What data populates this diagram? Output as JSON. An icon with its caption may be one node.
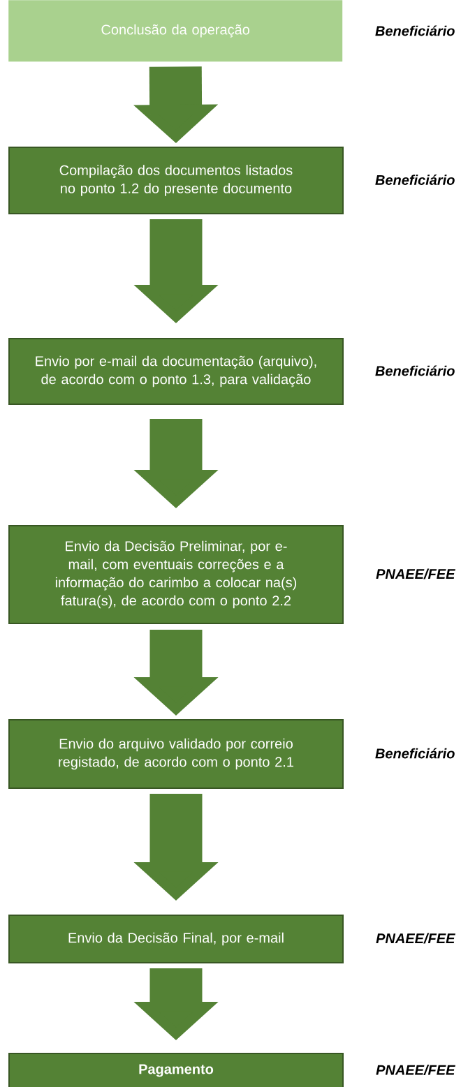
{
  "diagram": {
    "nodes": [
      {
        "text": [
          "Conclusão da operação"
        ],
        "beside": [
          "Beneficiário"
        ]
      },
      {
        "text": [
          "Compilação dos documentos listados no ponto 1.2 do presente documento"
        ],
        "beside": [
          "Beneficiário"
        ]
      },
      {
        "text": [
          "Envio por e-mail da documentação (arquivo), de acordo com o ponto 1.3, para validação"
        ],
        "beside": [
          "Beneficiário"
        ]
      },
      {
        "text": [
          "Envio da Decisão Preliminar, por e-mail, com eventuais correções e a informação do carimbo a colocar na(s) fatura(s), de acordo com o ponto 2.2"
        ],
        "beside": [
          "PNAEE/FEE"
        ]
      },
      {
        "text": [
          "Envio do arquivo validado por correio registado, de acordo com o ponto 2.1"
        ],
        "beside": [
          "Beneficiário"
        ]
      },
      {
        "text": [
          "Envio da Decisão Final, por e-mail"
        ],
        "beside": [
          "PNAEE/FEE"
        ]
      },
      {
        "text": [
          "Pagamento"
        ],
        "beside": [
          "PNAEE/FEE"
        ]
      }
    ],
    "edges": [
      {
        "from": 0,
        "to": 1,
        "arrow": "to"
      },
      {
        "from": 1,
        "to": 2,
        "arrow": "to"
      },
      {
        "from": 2,
        "to": 3,
        "arrow": "to"
      },
      {
        "from": 3,
        "to": 4,
        "arrow": "to"
      },
      {
        "from": 4,
        "to": 5,
        "arrow": "to"
      },
      {
        "from": 5,
        "to": 6,
        "arrow": "to"
      }
    ]
  }
}
